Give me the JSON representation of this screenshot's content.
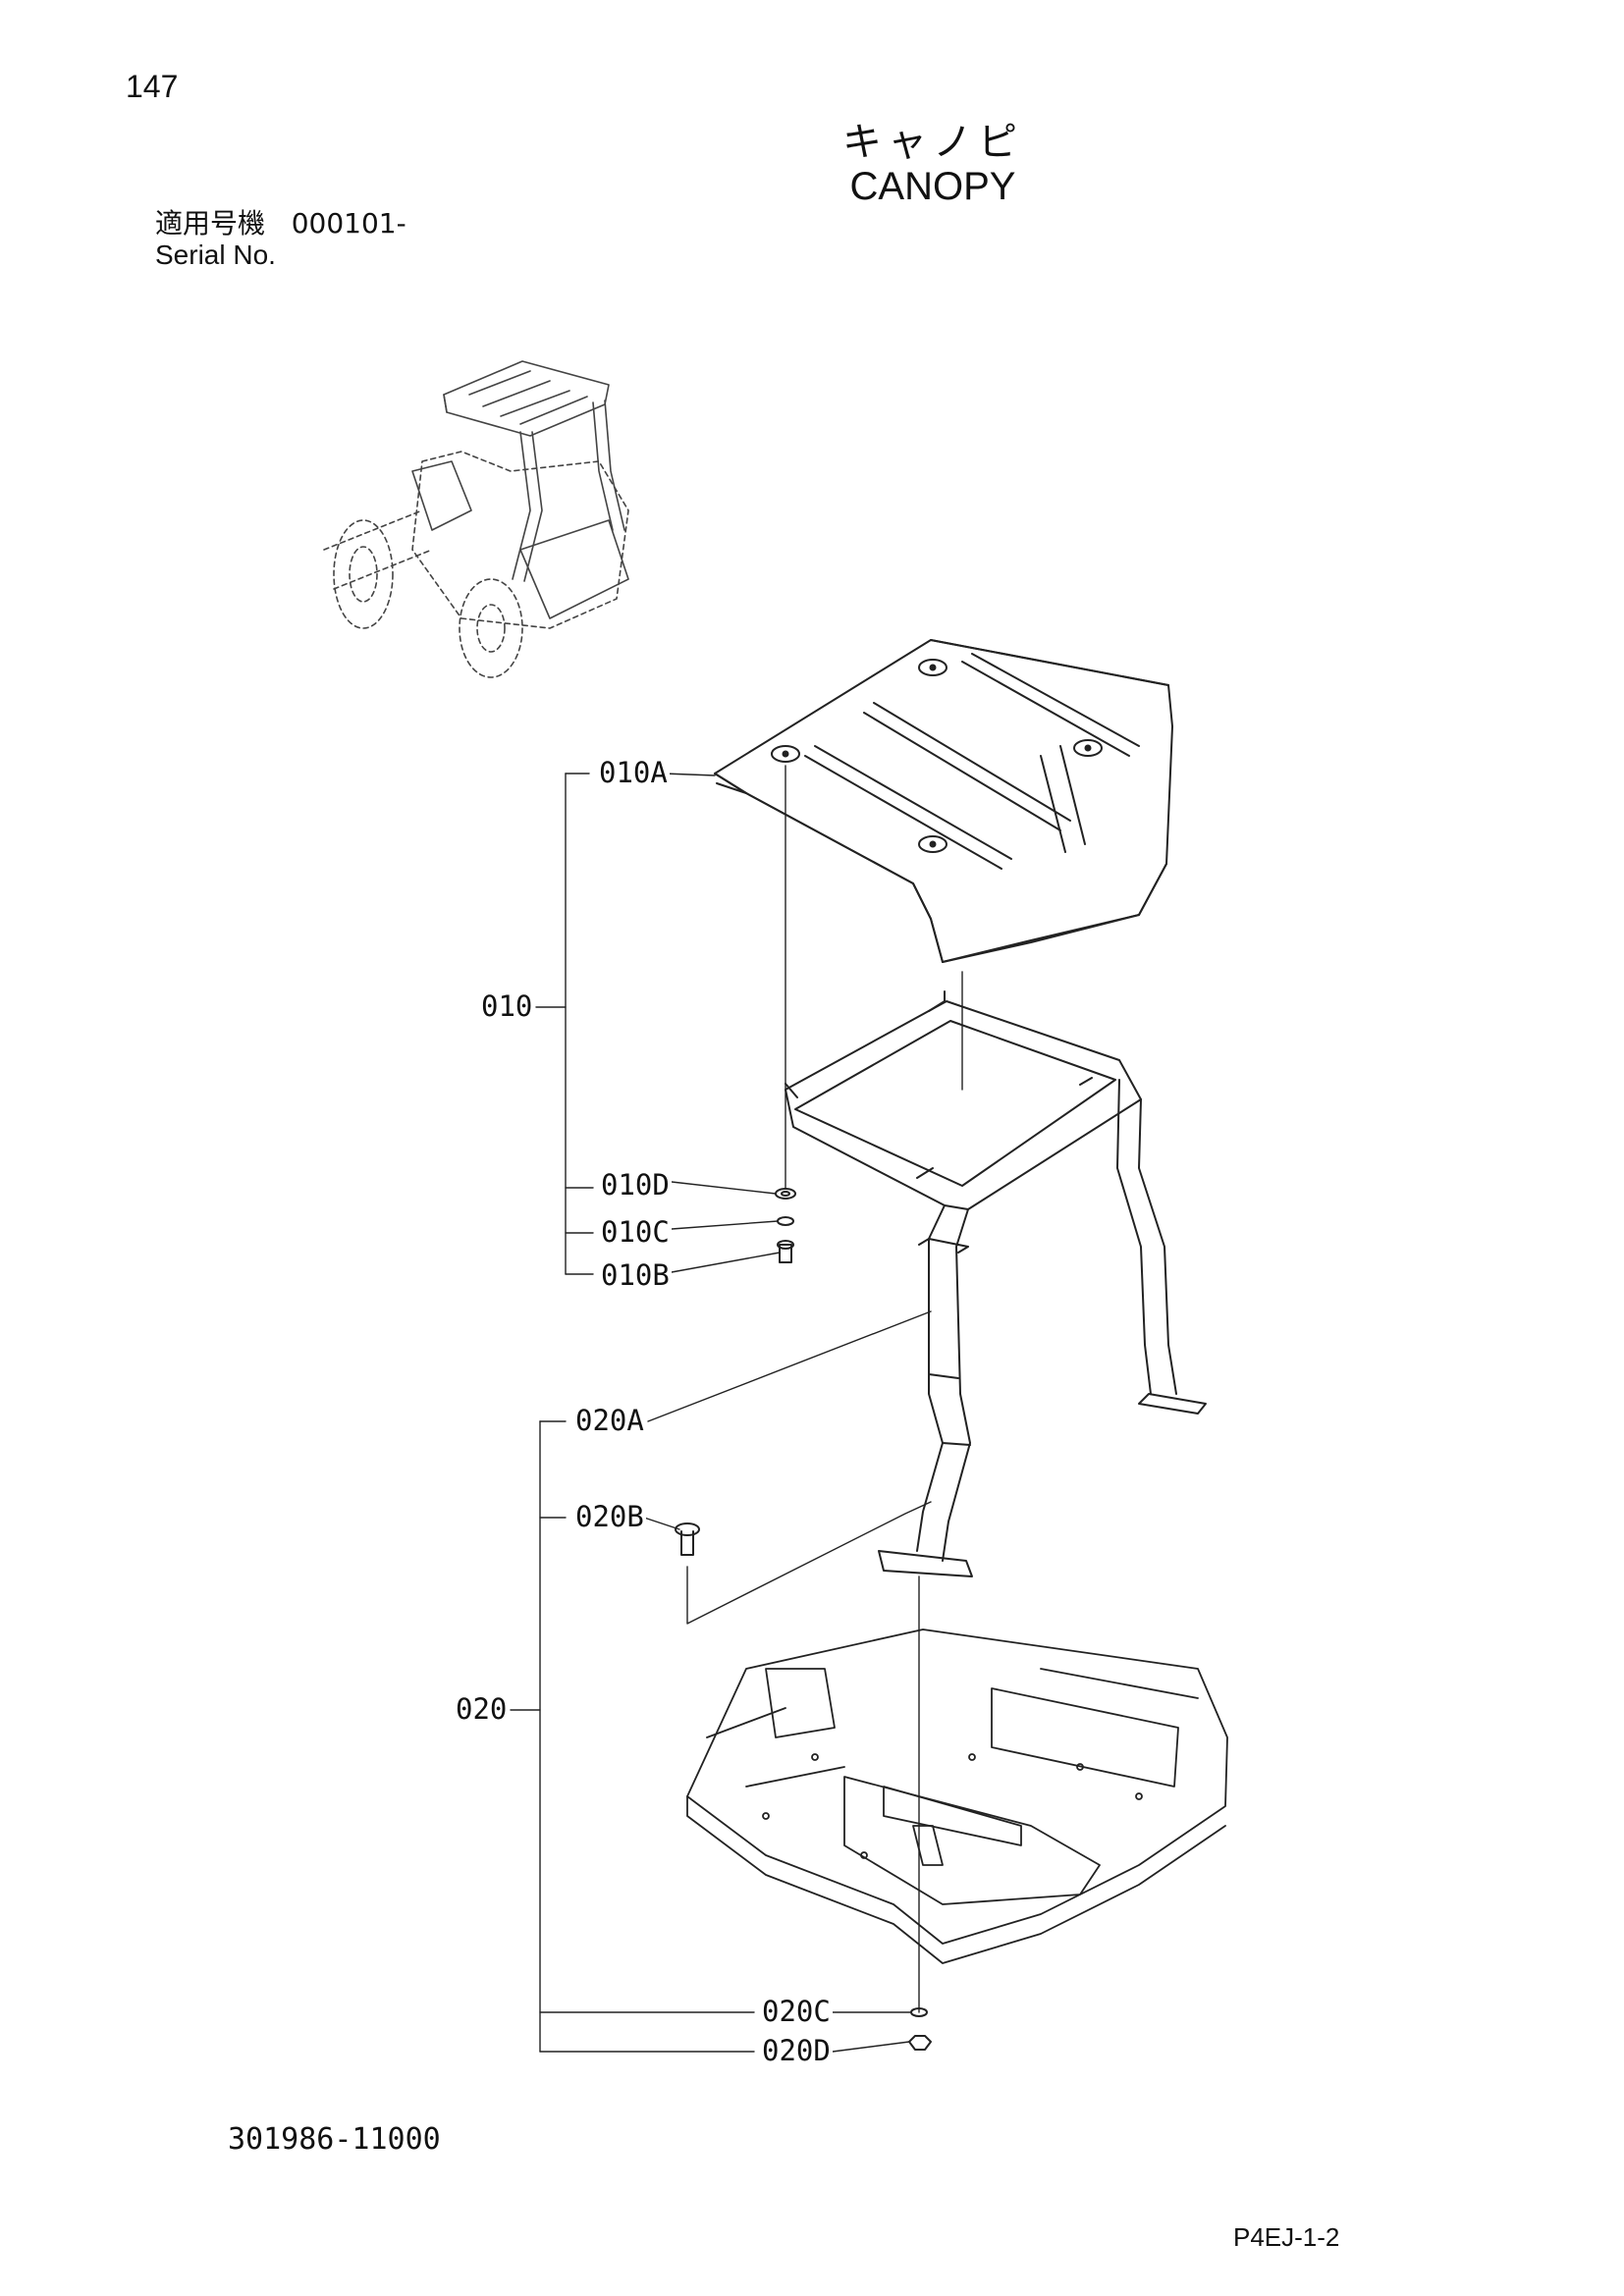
{
  "header": {
    "page_number": "147",
    "title_jp": "キャノピ",
    "title_en": "CANOPY",
    "serial_label_jp": "適用号機",
    "serial_value": "000101-",
    "serial_label_en": "Serial No."
  },
  "parts": {
    "p010": "010",
    "p010A": "010A",
    "p010B": "010B",
    "p010C": "010C",
    "p010D": "010D",
    "p020": "020",
    "p020A": "020A",
    "p020B": "020B",
    "p020C": "020C",
    "p020D": "020D"
  },
  "footer": {
    "drawing_number": "301986-11000",
    "page_code": "P4EJ-1-2"
  }
}
